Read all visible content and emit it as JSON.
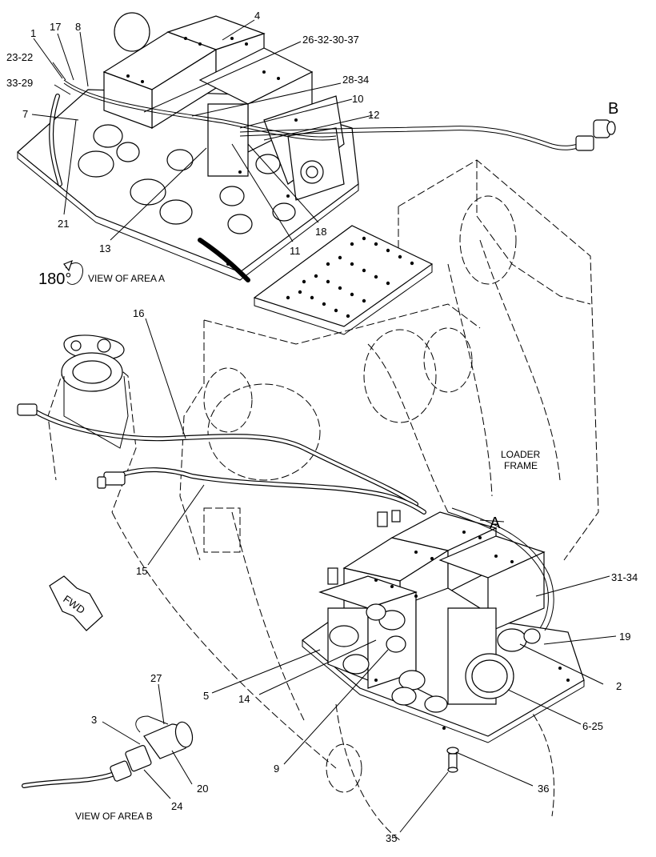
{
  "callouts": {
    "c1": "1",
    "c17": "17",
    "c8": "8",
    "c4": "4",
    "c23_22": "23-22",
    "c26_32_30_37": "26-32-30-37",
    "c33_29": "33-29",
    "c28_34": "28-34",
    "c10": "10",
    "c7": "7",
    "c12": "12",
    "c21": "21",
    "c13": "13",
    "c18": "18",
    "c11": "11",
    "c16": "16",
    "c15": "15",
    "c31_34": "31-34",
    "c19": "19",
    "c5": "5",
    "c14": "14",
    "c2": "2",
    "c6_25": "6-25",
    "c9": "9",
    "c27": "27",
    "c3": "3",
    "c20": "20",
    "c24": "24",
    "c36": "36",
    "c35": "35"
  },
  "view_a_caption": "VIEW OF AREA A",
  "view_a_rotation": "180°",
  "view_b_caption": "VIEW OF AREA B",
  "marker_b": "B",
  "marker_a": "A",
  "loader_frame_line1": "LOADER",
  "loader_frame_line2": "FRAME",
  "fwd_label": "FWD"
}
